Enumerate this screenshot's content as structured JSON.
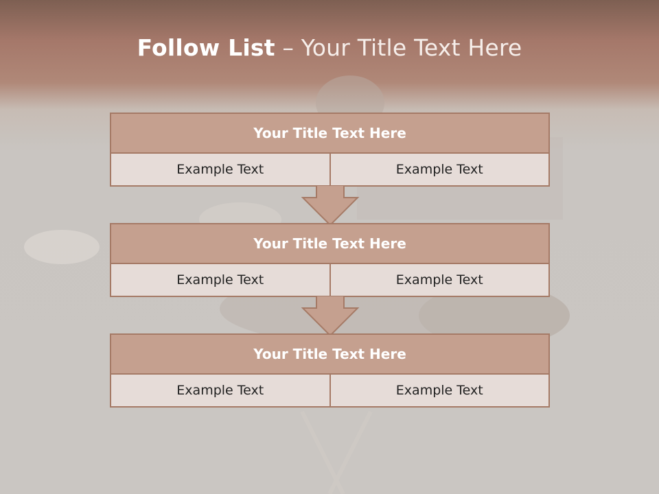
{
  "slide": {
    "title_bold": "Follow List",
    "title_rest": " – Your Title Text Here",
    "blocks": [
      {
        "title": "Your Title Text Here",
        "left": "Example Text",
        "right": "Example Text"
      },
      {
        "title": "Your Title Text Here",
        "left": "Example Text",
        "right": "Example Text"
      },
      {
        "title": "Your Title Text Here",
        "left": "Example Text",
        "right": "Example Text"
      }
    ]
  },
  "colors": {
    "header_top": "#7d5f52",
    "header_band": "#b08878",
    "block_title_bg": "#c5a08f",
    "block_border": "#a57a66",
    "cell_bg": "#e6dcd8",
    "arrow_fill": "#c5a08f"
  }
}
